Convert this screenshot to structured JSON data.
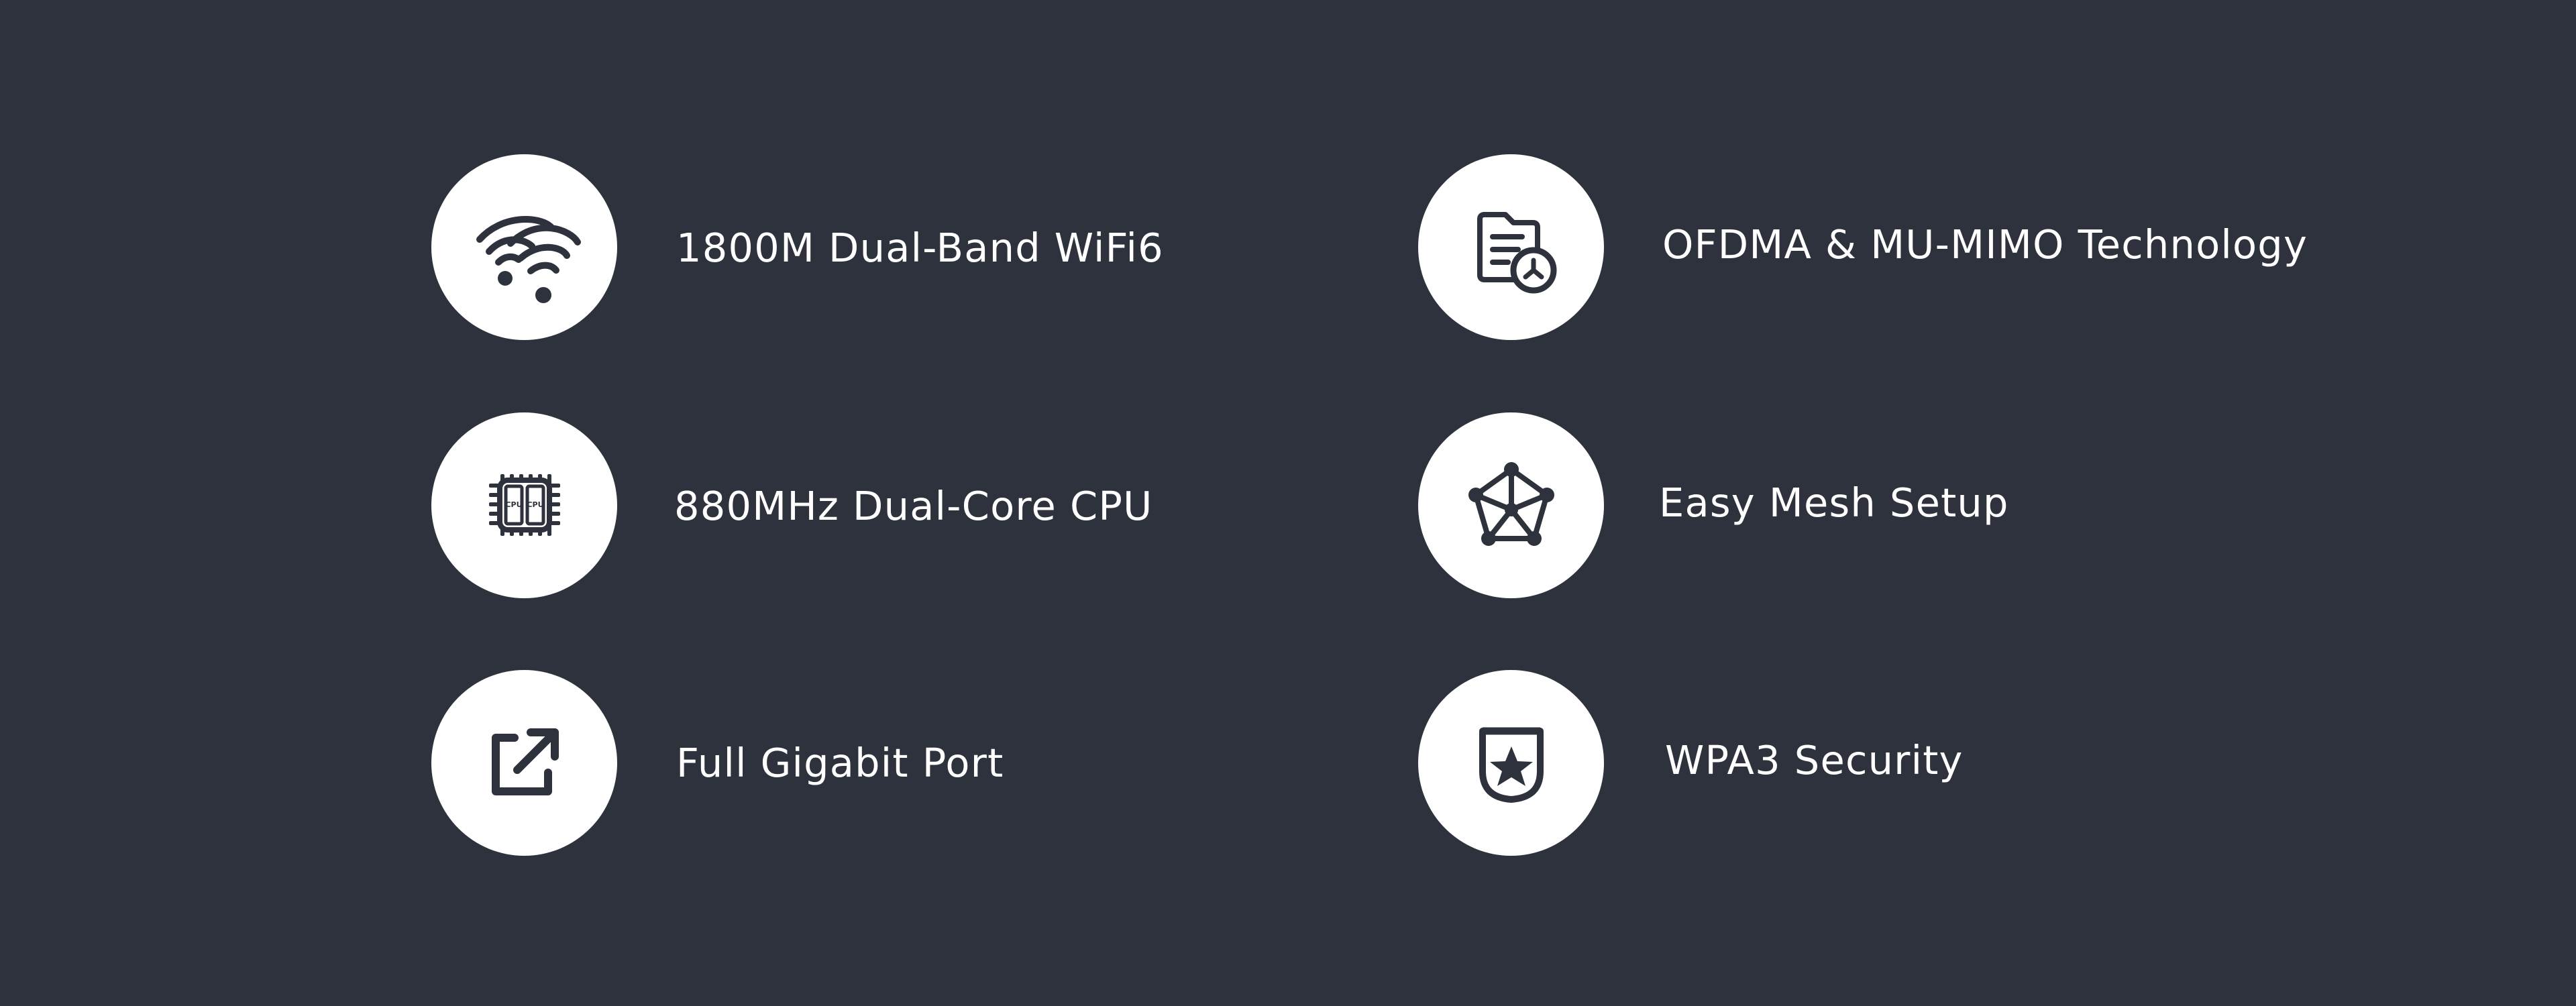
{
  "colors": {
    "background": "#2d323c",
    "circle": "#ffffff",
    "icon": "#2d323c",
    "text": "#ffffff"
  },
  "features": [
    {
      "label": "1800M Dual-Band WiFi6",
      "icon": "wifi-icon"
    },
    {
      "label": "880MHz Dual-Core CPU",
      "icon": "cpu-chip-icon",
      "chip_text": "CPU"
    },
    {
      "label": "Full Gigabit Port",
      "icon": "external-link-icon"
    },
    {
      "label": "OFDMA & MU-MIMO Technology",
      "icon": "document-clock-icon"
    },
    {
      "label": "Easy Mesh Setup",
      "icon": "mesh-network-icon"
    },
    {
      "label": "WPA3 Security",
      "icon": "shield-star-icon"
    }
  ]
}
